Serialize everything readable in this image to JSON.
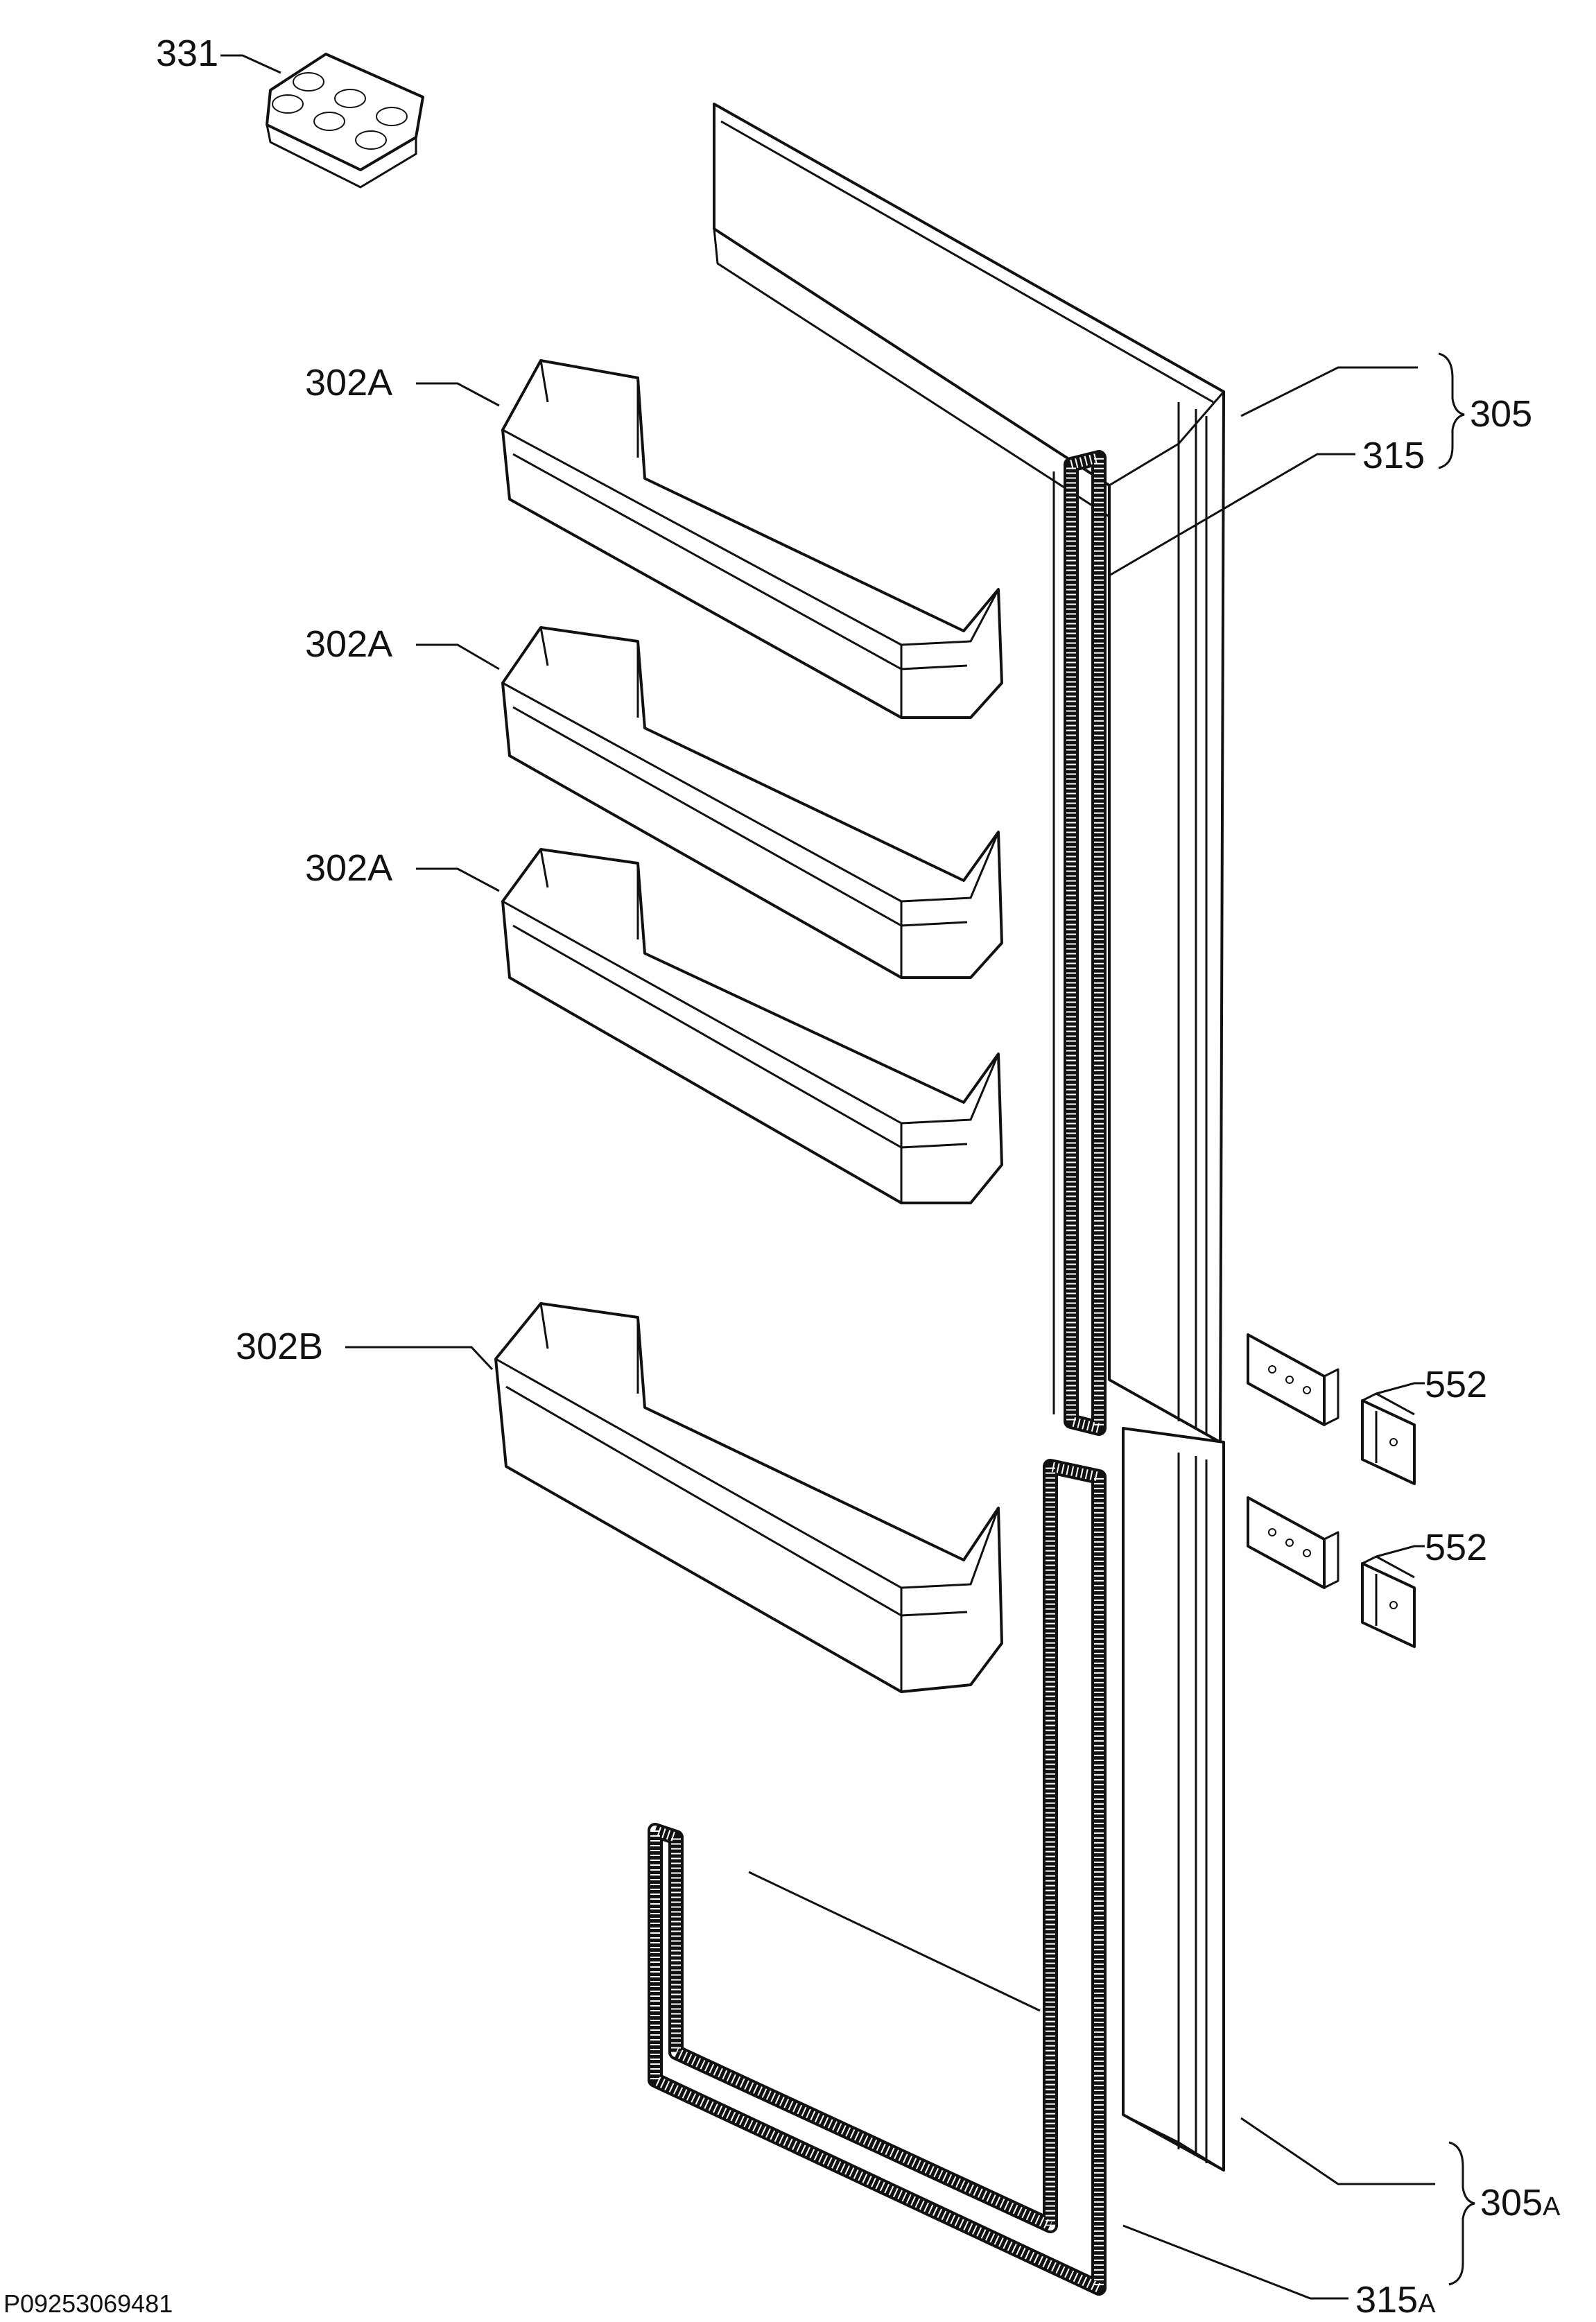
{
  "labels": {
    "egg_tray": "331",
    "shelf_1": "302A",
    "shelf_2": "302A",
    "shelf_3": "302A",
    "shelf_4": "302B",
    "upper_door": "305",
    "upper_gasket": "315",
    "hinge_upper": "552",
    "hinge_lower": "552",
    "lower_door": "305",
    "lower_door_suffix": "A",
    "lower_gasket": "315",
    "lower_gasket_suffix": "A"
  },
  "drawing_code": "P09253069481"
}
